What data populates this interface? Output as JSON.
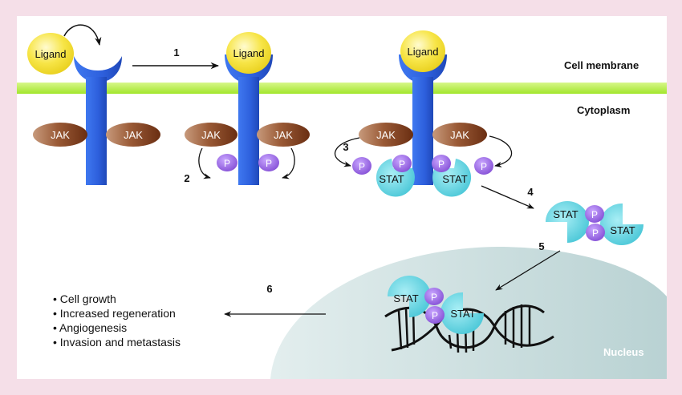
{
  "labels": {
    "ligand": "Ligand",
    "jak": "JAK",
    "p": "P",
    "stat": "STAT",
    "cell_membrane": "Cell membrane",
    "cytoplasm": "Cytoplasm",
    "nucleus": "Nucleus"
  },
  "steps": [
    "1",
    "2",
    "3",
    "4",
    "5",
    "6"
  ],
  "outcomes": [
    "• Cell growth",
    "• Increased regeneration",
    "• Angiogenesis",
    "• Invasion and metastasis"
  ],
  "colors": {
    "background": "#f5dfe8",
    "membrane": "#b5ee4a",
    "receptor": "#2f62de",
    "ligand": "#f7e547",
    "jak": "#8a4a28",
    "phosphate": "#9a63e0",
    "stat": "#6fd7e4",
    "nucleus": "#c4d9d9"
  }
}
